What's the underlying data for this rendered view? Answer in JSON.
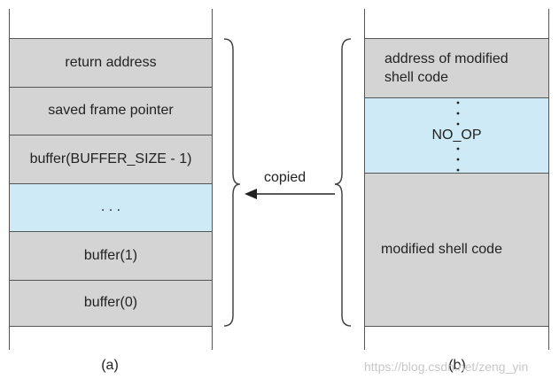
{
  "stack_a": {
    "cells": [
      "return address",
      "saved frame pointer",
      "buffer(BUFFER_SIZE - 1)",
      ". . .",
      "buffer(1)",
      "buffer(0)"
    ],
    "caption": "(a)"
  },
  "stack_b": {
    "top_label": "address of modified shell code",
    "noop_label": "NO_OP",
    "shell_label": "modified shell code",
    "caption": "(b)"
  },
  "arrow_label": "copied",
  "watermark": "https://blog.csdn.net/zeng_yin",
  "colors": {
    "gray": "#d4d4d4",
    "light_blue": "#cdeaf6",
    "line": "#555555"
  }
}
